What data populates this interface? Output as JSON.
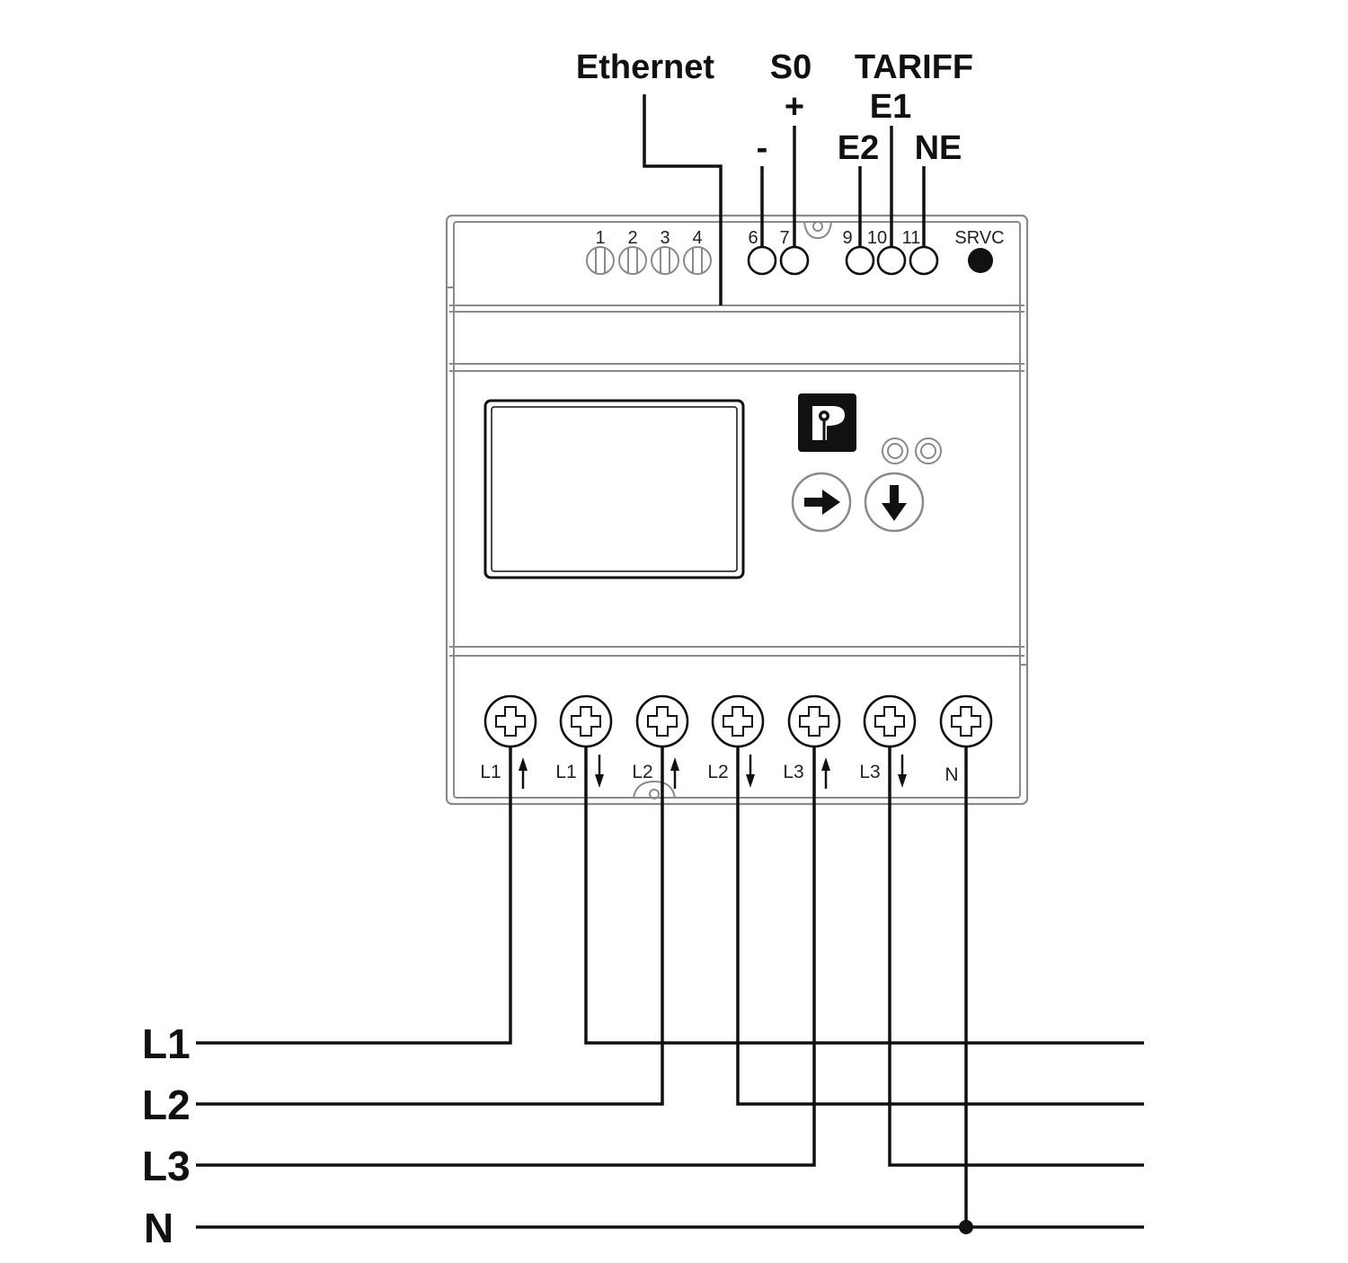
{
  "header_labels": {
    "ethernet": "Ethernet",
    "s0": "S0",
    "s0_plus": "+",
    "s0_minus": "-",
    "tariff": "TARIFF",
    "e1": "E1",
    "e2": "E2",
    "ne": "NE"
  },
  "top_terminals": {
    "numbers": [
      "1",
      "2",
      "3",
      "4",
      "6",
      "7",
      "9",
      "10",
      "11"
    ],
    "service_label": "SRVC"
  },
  "bottom_terminals": [
    {
      "label": "L1",
      "direction": "up"
    },
    {
      "label": "L1",
      "direction": "down"
    },
    {
      "label": "L2",
      "direction": "up"
    },
    {
      "label": "L2",
      "direction": "down"
    },
    {
      "label": "L3",
      "direction": "up"
    },
    {
      "label": "L3",
      "direction": "down"
    },
    {
      "label": "N",
      "direction": "none"
    }
  ],
  "bus_lines": [
    "L1",
    "L2",
    "L3",
    "N"
  ],
  "icons": {
    "logo": "phoenix-contact-logo-icon",
    "next_button": "arrow-right-icon",
    "down_button": "arrow-down-icon",
    "leds": "led-indicator-icon"
  },
  "colors": {
    "wire": "#111111",
    "housing": "#8a8a8a"
  }
}
